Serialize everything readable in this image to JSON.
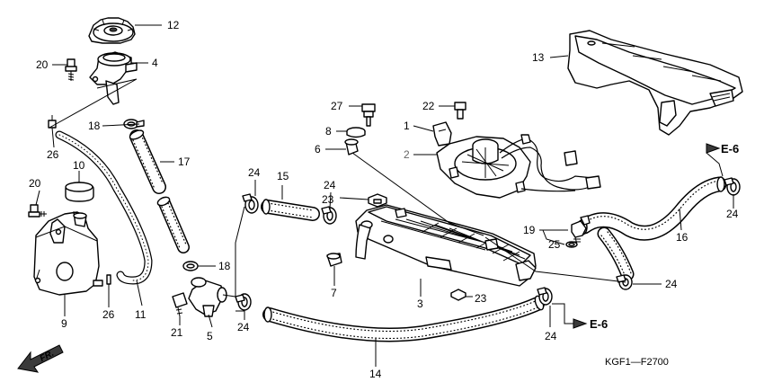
{
  "diagram": {
    "code": "KGF1—F2700",
    "front_label": "FR.",
    "ref_labels": [
      "E-6",
      "E-6"
    ],
    "callouts": [
      "12",
      "4",
      "20",
      "26",
      "18",
      "17",
      "10",
      "20",
      "9",
      "26",
      "11",
      "18",
      "21",
      "5",
      "24",
      "15",
      "24",
      "24",
      "14",
      "13",
      "27",
      "22",
      "1",
      "8",
      "6",
      "2",
      "23",
      "7",
      "3",
      "23",
      "19",
      "25",
      "16",
      "24",
      "24",
      "24"
    ]
  }
}
